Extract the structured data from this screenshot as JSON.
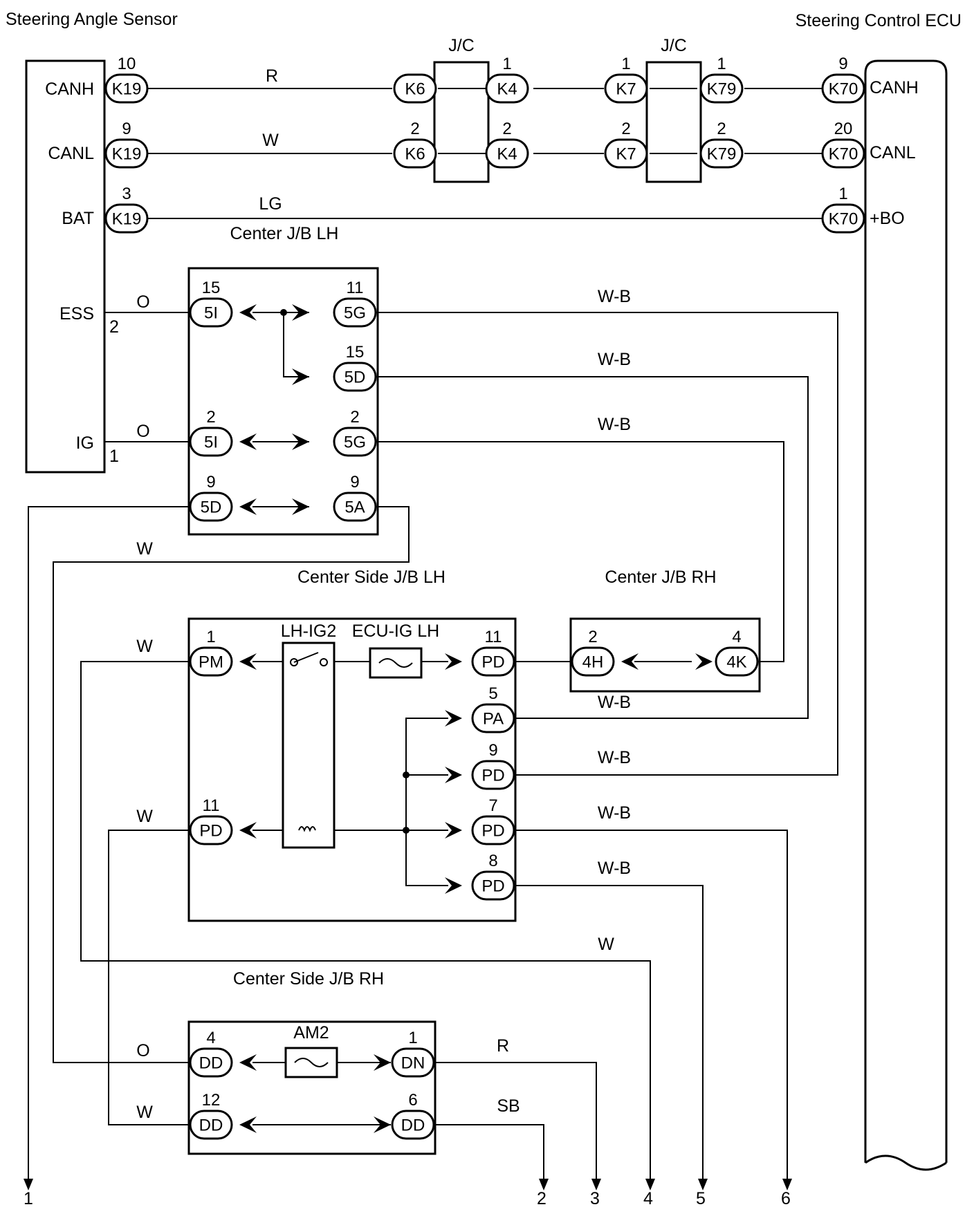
{
  "components": {
    "sensor": "Steering Angle Sensor",
    "ecu": "Steering Control ECU",
    "jc": "J/C",
    "center_jb_lh": "Center J/B LH",
    "center_side_jb_lh": "Center Side J/B LH",
    "center_jb_rh": "Center J/B RH",
    "center_side_jb_rh": "Center Side J/B RH"
  },
  "terminals": {
    "sensor": {
      "canh": "CANH",
      "canl": "CANL",
      "bat": "BAT",
      "ess": "ESS",
      "ig": "IG",
      "ess_pin": "2",
      "ig_pin": "1"
    },
    "ecu": {
      "canh": "CANH",
      "canl": "CANL",
      "bo": "+BO"
    }
  },
  "parts": {
    "relay": "LH-IG2",
    "fuse_ecu": "ECU-IG LH",
    "fuse_am2": "AM2"
  },
  "wire_colors": {
    "canh": "R",
    "canl": "W",
    "bat": "LG",
    "ess": "O",
    "ig": "O",
    "w_5a": "W",
    "out_5g_ess": "W-B",
    "out_5d": "W-B",
    "out_5g_ig": "W-B",
    "w_pm": "W",
    "w_pd11": "W",
    "w_pa": "W-B",
    "w_pd9": "W-B",
    "w_pd7": "W-B",
    "w_pd8": "W-B",
    "w_to4": "W",
    "o_dd4": "O",
    "w_dd12": "W",
    "r_dn1": "R",
    "sb_dd6": "SB"
  },
  "connectors": [
    {
      "name": "K19",
      "pin": "10"
    },
    {
      "name": "K6",
      "pin": ""
    },
    {
      "name": "K4",
      "pin": "1"
    },
    {
      "name": "K7",
      "pin": "1"
    },
    {
      "name": "K79",
      "pin": "1"
    },
    {
      "name": "K70",
      "pin": "9"
    },
    {
      "name": "K19",
      "pin": "9"
    },
    {
      "name": "K6",
      "pin": "2"
    },
    {
      "name": "K4",
      "pin": "2"
    },
    {
      "name": "K7",
      "pin": "2"
    },
    {
      "name": "K79",
      "pin": "2"
    },
    {
      "name": "K70",
      "pin": "20"
    },
    {
      "name": "K19",
      "pin": "3"
    },
    {
      "name": "K70",
      "pin": "1"
    },
    {
      "name": "5I",
      "pin": "15"
    },
    {
      "name": "5G",
      "pin": "11"
    },
    {
      "name": "5D",
      "pin": "15"
    },
    {
      "name": "5I",
      "pin": "2"
    },
    {
      "name": "5G",
      "pin": "2"
    },
    {
      "name": "5D",
      "pin": "9"
    },
    {
      "name": "5A",
      "pin": "9"
    },
    {
      "name": "PM",
      "pin": "1"
    },
    {
      "name": "PD",
      "pin": "11"
    },
    {
      "name": "4H",
      "pin": "2"
    },
    {
      "name": "4K",
      "pin": "4"
    },
    {
      "name": "PA",
      "pin": "5"
    },
    {
      "name": "PD",
      "pin": "9"
    },
    {
      "name": "PD",
      "pin": "11"
    },
    {
      "name": "PD",
      "pin": "7"
    },
    {
      "name": "PD",
      "pin": "8"
    },
    {
      "name": "DD",
      "pin": "4"
    },
    {
      "name": "DN",
      "pin": "1"
    },
    {
      "name": "DD",
      "pin": "12"
    },
    {
      "name": "DD",
      "pin": "6"
    }
  ],
  "outputs": [
    "1",
    "2",
    "3",
    "4",
    "5",
    "6"
  ]
}
